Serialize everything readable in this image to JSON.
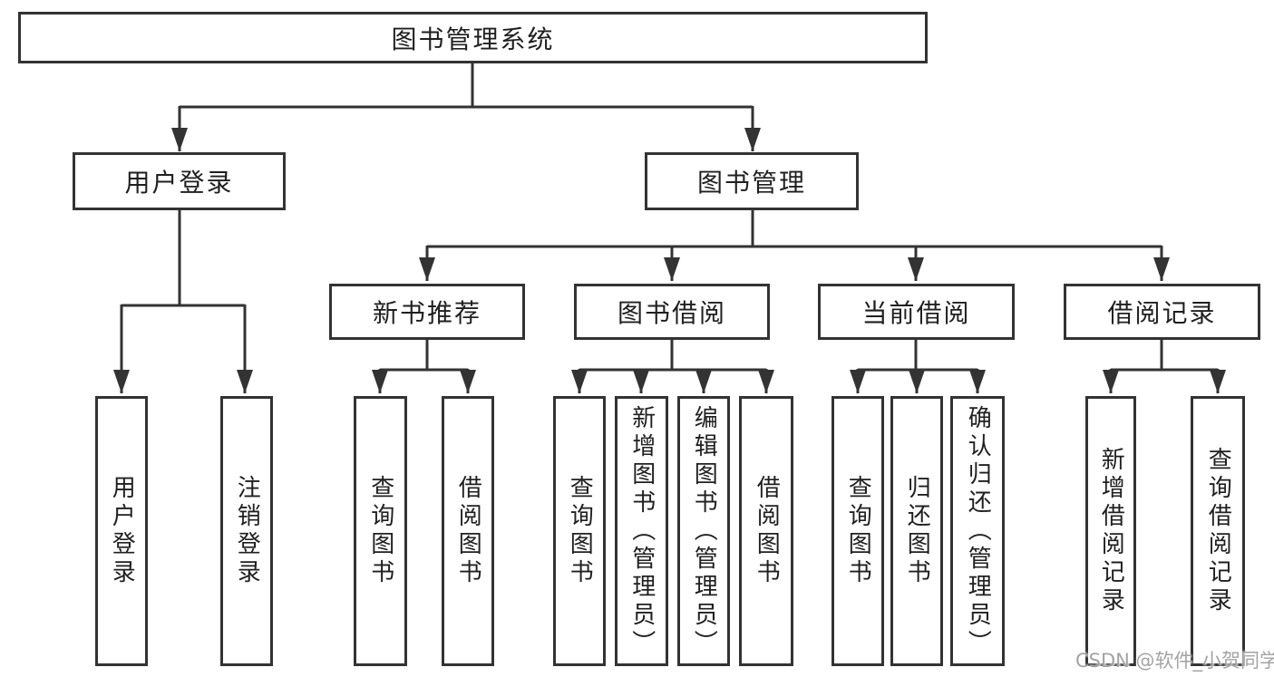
{
  "colors": {
    "line": "#333333",
    "text": "#1f1f1f",
    "background": "#ffffff",
    "watermark": "#9e9e9e"
  },
  "tree": {
    "root": {
      "label": "图书管理系统"
    },
    "level2": [
      {
        "label": "用户登录",
        "children": [
          {
            "label": "用户登录"
          },
          {
            "label": "注销登录"
          }
        ]
      },
      {
        "label": "图书管理",
        "children": [
          {
            "label": "新书推荐",
            "children": [
              {
                "label": "查询图书"
              },
              {
                "label": "借阅图书"
              }
            ]
          },
          {
            "label": "图书借阅",
            "children": [
              {
                "label": "查询图书"
              },
              {
                "label": "新增图书（管理员）"
              },
              {
                "label": "编辑图书（管理员）"
              },
              {
                "label": "借阅图书"
              }
            ]
          },
          {
            "label": "当前借阅",
            "children": [
              {
                "label": "查询图书"
              },
              {
                "label": "归还图书"
              },
              {
                "label": "确认归还（管理员）"
              }
            ]
          },
          {
            "label": "借阅记录",
            "children": [
              {
                "label": "新增借阅记录"
              },
              {
                "label": "查询借阅记录"
              }
            ]
          }
        ]
      }
    ]
  },
  "watermark": {
    "text": "CSDN @软件_小贺同学"
  }
}
